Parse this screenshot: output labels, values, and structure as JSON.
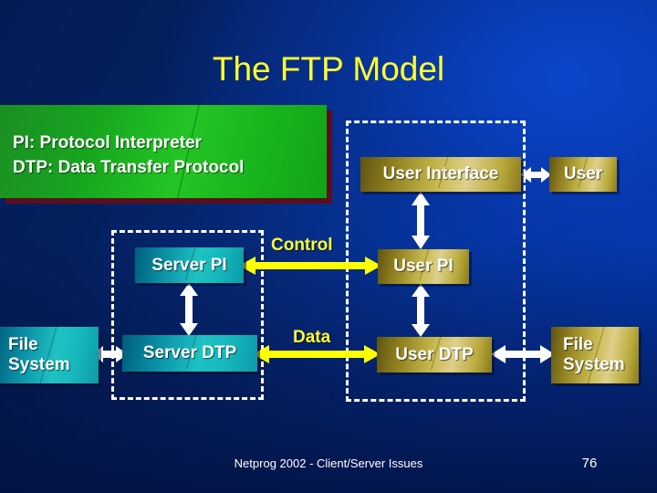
{
  "slide": {
    "title": "The FTP Model",
    "title_color": "#ffff33",
    "background_color_dark": "#031c54",
    "background_color_light": "#0439b3"
  },
  "legend": {
    "text": "PI: Protocol Interpreter\nDTP: Data Transfer Protocol",
    "line1": "PI: Protocol Interpreter",
    "line2": "DTP: Data Transfer Protocol",
    "fill_color": "#19b41d",
    "shadow_color": "#5a0f1c"
  },
  "regions": [
    {
      "id": "server-region",
      "name": "Server side dashed region",
      "border_style": "dashed",
      "border_color": "#ffffff"
    },
    {
      "id": "user-region",
      "name": "User side dashed region",
      "border_style": "dashed",
      "border_color": "#ffffff"
    }
  ],
  "nodes": {
    "file_system_left": {
      "label": "File\nSystem",
      "color": "#1ec2c2",
      "style": "teal"
    },
    "server_pi": {
      "label": "Server PI",
      "color": "#1ec2c2",
      "style": "teal"
    },
    "server_dtp": {
      "label": "Server DTP",
      "color": "#1ec2c2",
      "style": "teal"
    },
    "user_interface": {
      "label": "User Interface",
      "color": "#c7b84c",
      "style": "gold"
    },
    "user": {
      "label": "User",
      "color": "#c7b84c",
      "style": "gold"
    },
    "user_pi": {
      "label": "User PI",
      "color": "#c7b84c",
      "style": "gold"
    },
    "user_dtp": {
      "label": "User DTP",
      "color": "#c7b84c",
      "style": "gold"
    },
    "file_system_right": {
      "label": "File\nSystem",
      "color": "#c7b84c",
      "style": "gold"
    }
  },
  "connections": {
    "control_label": "Control",
    "data_label": "Data",
    "control_color": "#ffff33",
    "data_color": "#ffff33",
    "internal_color": "#ffffff"
  },
  "footer": {
    "credit": "Netprog 2002 - Client/Server Issues",
    "page_number": "76"
  }
}
